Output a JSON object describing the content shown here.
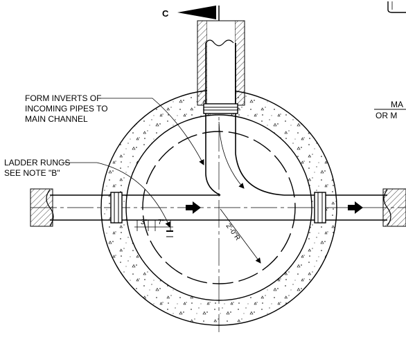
{
  "section_marker": "C",
  "callouts": {
    "inverts": [
      "FORM INVERTS OF",
      "INCOMING PIPES TO",
      "MAIN CHANNEL"
    ],
    "ladder": [
      "LADDER RUNGS",
      "SEE NOTE \"B\""
    ]
  },
  "dimensions": {
    "radius": "2'-0\"R",
    "dim_a": "3\"",
    "dim_b": "7\""
  },
  "edge_text": {
    "line1": "MA",
    "line2": "OR M"
  }
}
